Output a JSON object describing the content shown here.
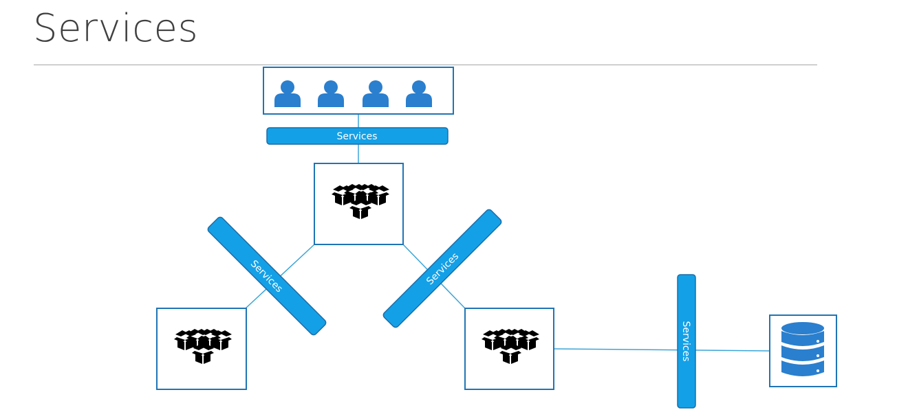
{
  "title": "Services",
  "colors": {
    "box_border": "#1f74b4",
    "service_fill": "#14a0e6",
    "service_border": "#1c6da8",
    "link": "#3aa5d8",
    "icon": "#2a7fce",
    "icon_light": "#1b9ae8"
  },
  "nodes": [
    {
      "id": "users",
      "label": "Users",
      "icon": "users-icon",
      "count": 4
    },
    {
      "id": "pods-top",
      "label": "Pods",
      "icon": "boxes-icon"
    },
    {
      "id": "pods-left",
      "label": "Pods",
      "icon": "boxes-icon"
    },
    {
      "id": "pods-right",
      "label": "Pods",
      "icon": "boxes-icon"
    },
    {
      "id": "database",
      "label": "Database",
      "icon": "database-icon"
    }
  ],
  "services": [
    {
      "label": "Services",
      "between": [
        "users",
        "pods-top"
      ]
    },
    {
      "label": "Services",
      "between": [
        "pods-top",
        "pods-left"
      ]
    },
    {
      "label": "Services",
      "between": [
        "pods-top",
        "pods-right"
      ]
    },
    {
      "label": "Services",
      "between": [
        "pods-right",
        "database"
      ]
    }
  ]
}
